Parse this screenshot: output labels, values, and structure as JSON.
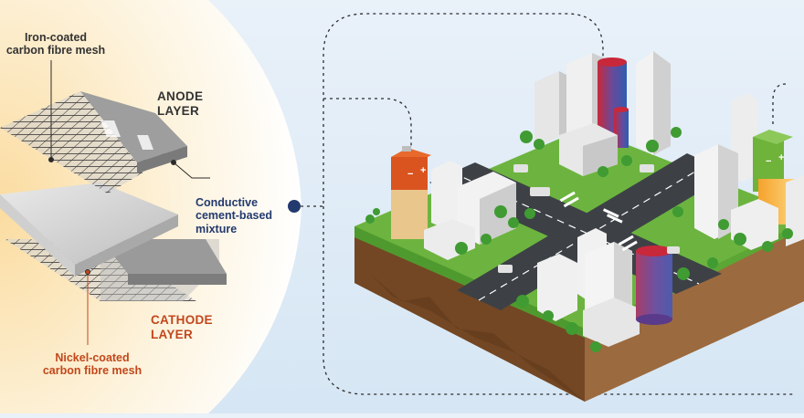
{
  "labels": {
    "iron_mesh": [
      "Iron-coated",
      "carbon fibre mesh"
    ],
    "anode": [
      "ANODE",
      "LAYER"
    ],
    "conductive": [
      "Conductive",
      "cement-based",
      "mixture"
    ],
    "cathode": [
      "CATHODE",
      "LAYER"
    ],
    "nickel_mesh": [
      "Nickel-coated",
      "carbon fibre mesh"
    ]
  },
  "battery_signs": [
    "+",
    "−"
  ],
  "colors": {
    "text_dark": "#333333",
    "navy": "#233a6e",
    "cathode_orange": "#c2471c",
    "halo": "#fbe7bf",
    "grass": "#6cb43f",
    "soil": "#8a5a33",
    "road": "#3d4146"
  }
}
